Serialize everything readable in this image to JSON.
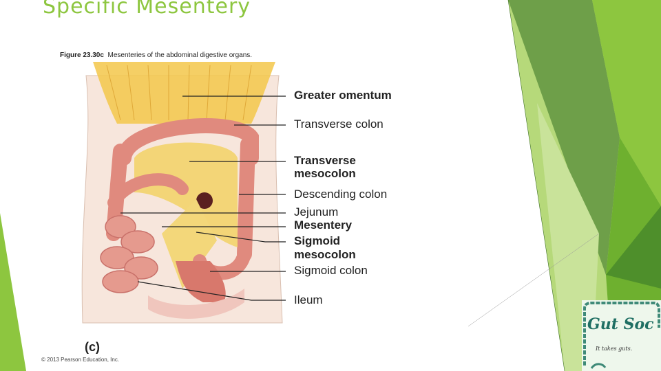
{
  "slide": {
    "title": "Specific Mesentery"
  },
  "figure": {
    "caption_number": "Figure 23.30c",
    "caption_text": "Mesenteries of the abdominal digestive organs.",
    "panel_letter": "(c)",
    "copyright": "© 2013 Pearson Education, Inc.",
    "labels": [
      "Greater omentum",
      "Transverse colon",
      "Transverse",
      "mesocolon",
      "Descending colon",
      "Jejunum",
      "Mesentery",
      "Sigmoid",
      "mesocolon",
      "Sigmoid colon",
      "Ileum"
    ]
  },
  "logo": {
    "name": "Gut Soc",
    "tagline": "It takes guts."
  },
  "colors": {
    "title": "#8dc63f",
    "accent_dark": "#4e8f2b",
    "accent_mid": "#7fbf3f",
    "accent_light": "#c9e39a",
    "intestine": "#e08a7e",
    "fat": "#f3c74a",
    "logo_text": "#1f6f63"
  }
}
